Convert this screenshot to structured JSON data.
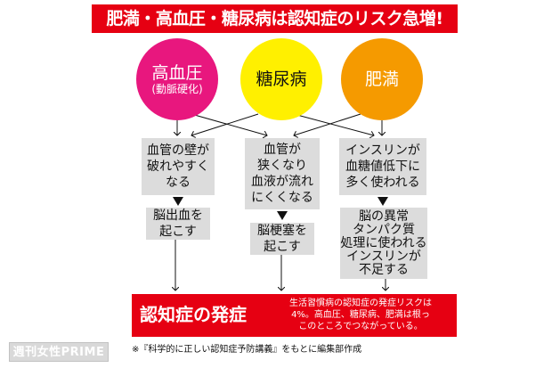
{
  "banner": {
    "title": "肥満・高血圧・糖尿病は認知症のリスク急増!"
  },
  "causes": [
    {
      "label": "高血圧",
      "sub": "(動脈硬化)"
    },
    {
      "label": "糖尿病",
      "sub": ""
    },
    {
      "label": "肥満",
      "sub": ""
    }
  ],
  "effects": [
    [
      "血管の壁が",
      "破れやすく",
      "なる"
    ],
    [
      "血管が",
      "狭くなり",
      "血液が流れ",
      "にくくなる"
    ],
    [
      "インスリンが",
      "血糖値低下に",
      "多く使われる"
    ]
  ],
  "outcomes": [
    [
      "脳出血を",
      "起こす"
    ],
    [
      "脳梗塞を",
      "起こす"
    ],
    [
      "脳の異常",
      "タンパク質",
      "処理に使われる",
      "インスリンが",
      "不足する"
    ]
  ],
  "result": {
    "title": "認知症の発症",
    "note": [
      "生活習慣病の認知症の発症リスクは",
      "4%。高血圧、糖尿病、肥満は根っ",
      "このところでつながっている。"
    ]
  },
  "footnote": "※『科学的に正しい認知症予防講義』をもとに編集部作成",
  "logo": "週刊女性PRIME",
  "colors": {
    "red": "#e60012",
    "pink": "#e8177e",
    "yellow": "#fff000",
    "orange": "#f59a00",
    "box": "#dcdcdc"
  }
}
